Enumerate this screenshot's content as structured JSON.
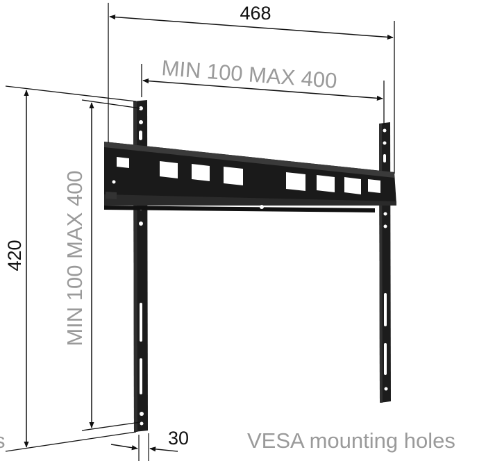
{
  "dimensions": {
    "overall_width": "468",
    "overall_height": "420",
    "depth": "30",
    "vesa_horizontal": "MIN 100  MAX 400",
    "vesa_vertical": "MIN 100  MAX 400"
  },
  "caption": {
    "text": "VESA mounting holes",
    "edge_fragment": "s"
  },
  "colors": {
    "bracket": "#1b1b1b",
    "dimension_line": "#111111",
    "label_grey": "#9a9a9a"
  }
}
